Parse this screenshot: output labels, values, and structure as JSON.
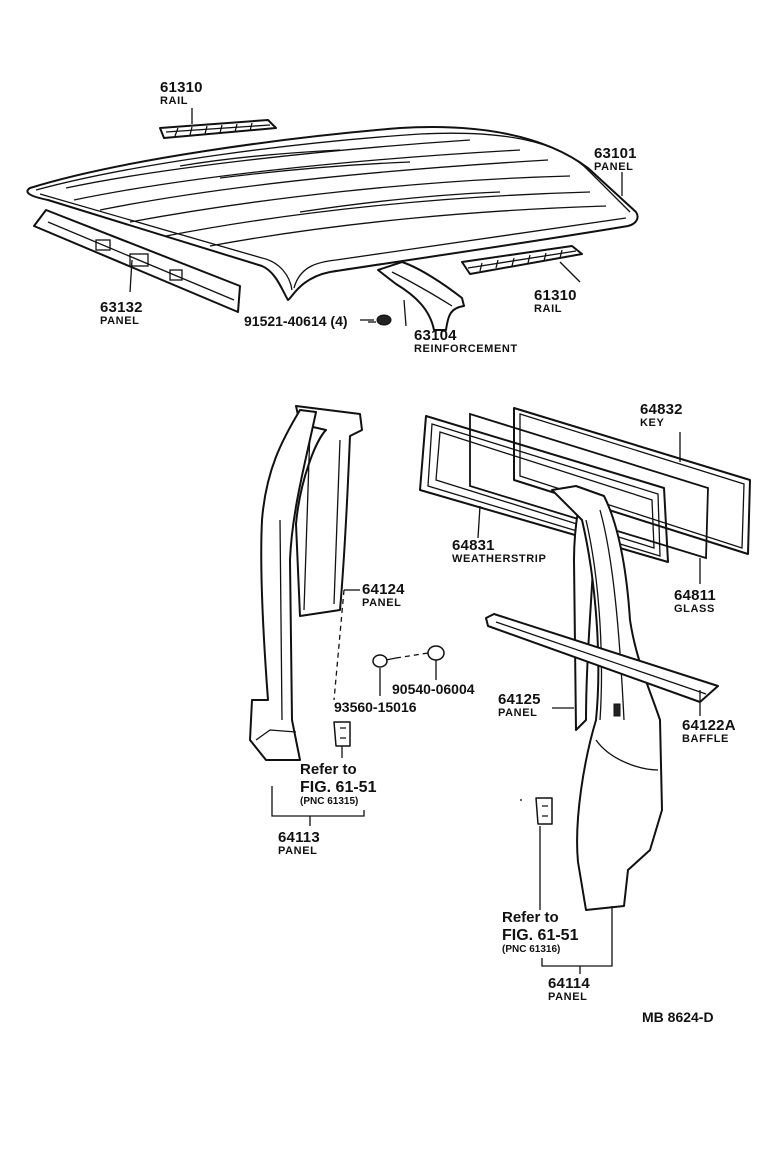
{
  "figure_code": "MB  8624-D",
  "parts": {
    "rail_top": {
      "number": "61310",
      "name": "RAIL"
    },
    "roof_panel": {
      "number": "63101",
      "name": "PANEL"
    },
    "rail_right": {
      "number": "61310",
      "name": "RAIL"
    },
    "inner_panel": {
      "number": "63132",
      "name": "PANEL"
    },
    "screw": {
      "number": "91521-40614 (4)"
    },
    "reinforcement": {
      "number": "63104",
      "name": "REINFORCEMENT"
    },
    "key": {
      "number": "64832",
      "name": "KEY"
    },
    "weatherstrip": {
      "number": "64831",
      "name": "WEATHERSTRIP"
    },
    "glass": {
      "number": "64811",
      "name": "GLASS"
    },
    "panel_64124": {
      "number": "64124",
      "name": "PANEL"
    },
    "clip": {
      "number": "90540-06004"
    },
    "bolt": {
      "number": "93560-15016"
    },
    "panel_64125": {
      "number": "64125",
      "name": "PANEL"
    },
    "baffle": {
      "number": "64122A",
      "name": "BAFFLE"
    },
    "panel_64113": {
      "number": "64113",
      "name": "PANEL"
    },
    "panel_64114": {
      "number": "64114",
      "name": "PANEL"
    }
  },
  "refs": {
    "left": {
      "line1": "Refer to",
      "line2": "FIG. 61-51",
      "line3": "(PNC 61315)"
    },
    "right": {
      "line1": "Refer to",
      "line2": "FIG. 61-51",
      "line3": "(PNC 61316)"
    }
  }
}
